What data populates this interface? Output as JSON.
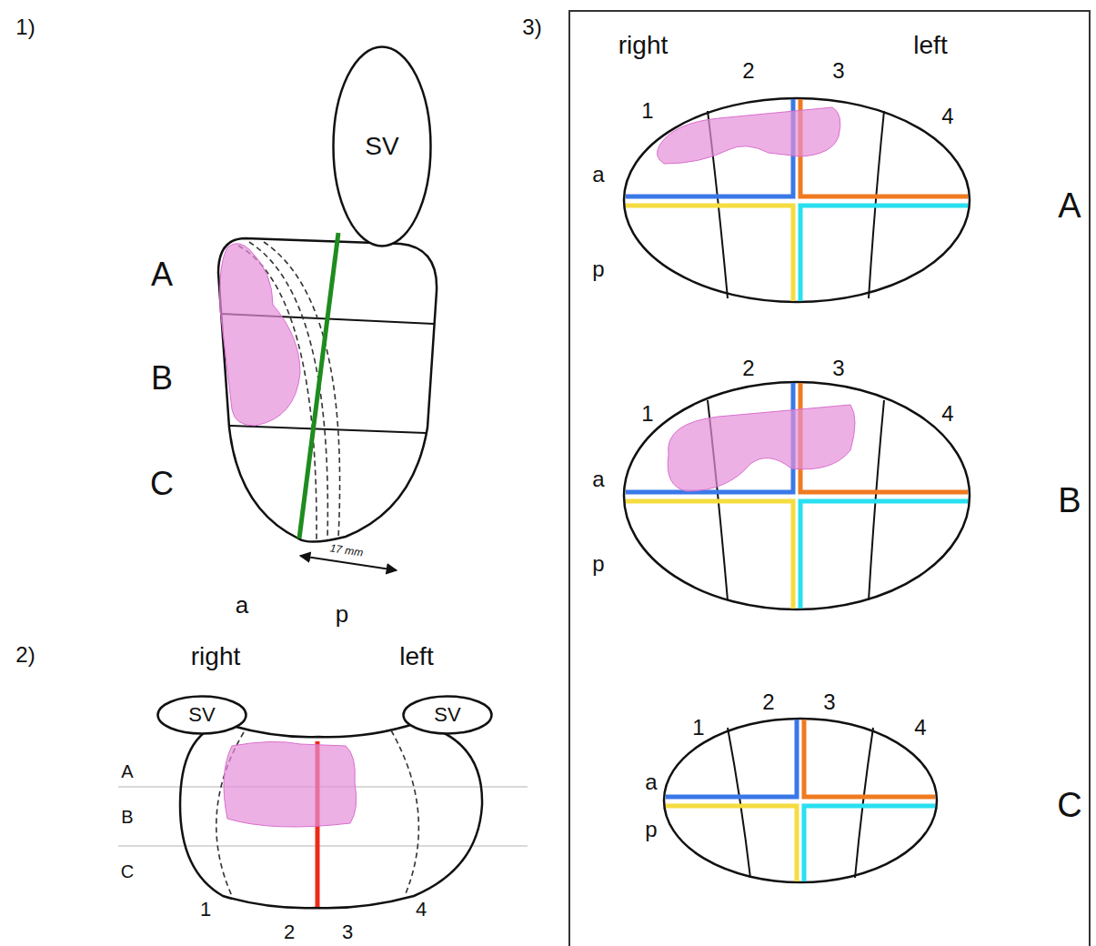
{
  "diagram": {
    "nodes": [
      {
        "text": [
          "SV"
        ]
      },
      {
        "text": [
          "SV"
        ]
      },
      {
        "text": [
          "SV"
        ]
      }
    ],
    "labels": [
      "1)",
      "A",
      "B",
      "C",
      "17 mm",
      "a",
      "p",
      "2)",
      "right",
      "left",
      "A",
      "B",
      "C",
      "1",
      "2",
      "3",
      "4",
      "3)",
      "right",
      "left",
      "2",
      "3",
      "1",
      "4",
      "a",
      "p",
      "A",
      "2",
      "3",
      "1",
      "4",
      "a",
      "p",
      "B",
      "2",
      "3",
      "1",
      "4",
      "a",
      "p",
      "C"
    ]
  }
}
